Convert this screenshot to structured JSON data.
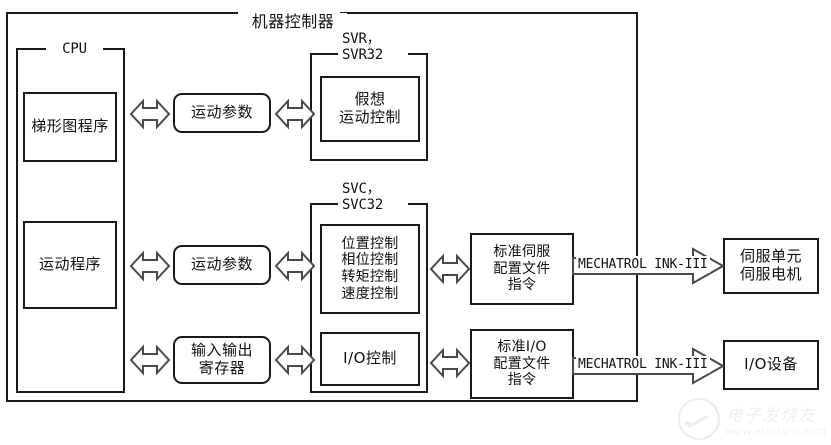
{
  "diagram": {
    "title": "机器控制器",
    "groups": {
      "cpu": {
        "label": "CPU"
      },
      "svr": {
        "label_line1": "SVR，",
        "label_line2": "SVR32"
      },
      "svc": {
        "label_line1": "SVC，",
        "label_line2": "SVC32"
      }
    },
    "blocks": {
      "ladder_program": "梯形图程序",
      "motion_program": "运动程序",
      "io_register": "输入输出\n寄存器",
      "motion_param_1": "运动参数",
      "motion_param_2": "运动参数",
      "virtual_motion_control": "假想\n运动控制",
      "svc_controls": "位置控制\n相位控制\n转矩控制\n速度控制",
      "io_control": "I/O控制",
      "standard_servo_profile": "标准伺服\n配置文件\n指令",
      "standard_io_profile": "标准I/O\n配置文件\n指令",
      "servo_unit_motor": "伺服单元\n伺服电机",
      "io_device": "I/O设备"
    },
    "links": {
      "mechatrolink_servo": "MECHATROL INK-III",
      "mechatrolink_io": "MECHATROL INK-III"
    },
    "watermark": {
      "cn": "电子发烧友",
      "url": "www.elecfans.com"
    },
    "colors": {
      "line": "#1a1a1a",
      "arrow_stroke": "#4a4a4a",
      "background": "#ffffff",
      "text": "#111111"
    }
  }
}
